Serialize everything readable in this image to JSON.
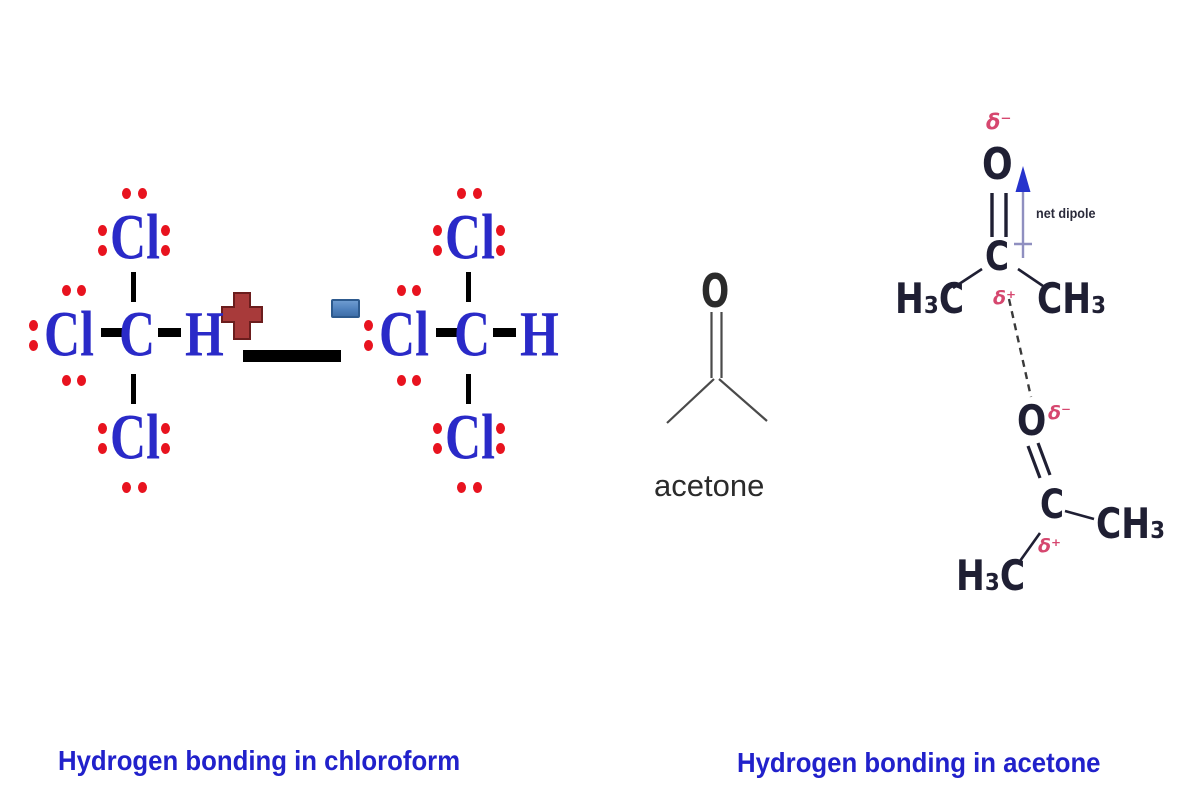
{
  "colors": {
    "formula_blue": "#2a2ac8",
    "dot_red": "#e8131f",
    "bond_black": "#000000",
    "plus_fill": "#a83a3a",
    "plus_border": "#6b1d1d",
    "minus_fill": "#4f81bd",
    "minus_border": "#2d5a8e",
    "caption_blue": "#2121cb",
    "ink": "#1f1f33",
    "delta_pink": "#d6476f",
    "arrow_blue": "#2633cc",
    "arrow_shaft": "#8f8fc0",
    "skeletal_gray": "#4a4a4a"
  },
  "chloroform": {
    "atom_cl": "Cl",
    "atom_c": "C",
    "atom_h": "H",
    "partial_positive": "+",
    "partial_negative": "−"
  },
  "acetone_skeletal": {
    "oxygen": "O",
    "label": "acetone"
  },
  "acetone_hbond": {
    "delta_minus": "δ⁻",
    "delta_plus": "δ⁺",
    "oxygen": "O",
    "carbon": "C",
    "methyl_left": "H₃C",
    "methyl_right": "CH₃",
    "net_dipole_label": "net dipole"
  },
  "captions": {
    "left": "Hydrogen bonding in chloroform",
    "right": "Hydrogen bonding in acetone"
  }
}
